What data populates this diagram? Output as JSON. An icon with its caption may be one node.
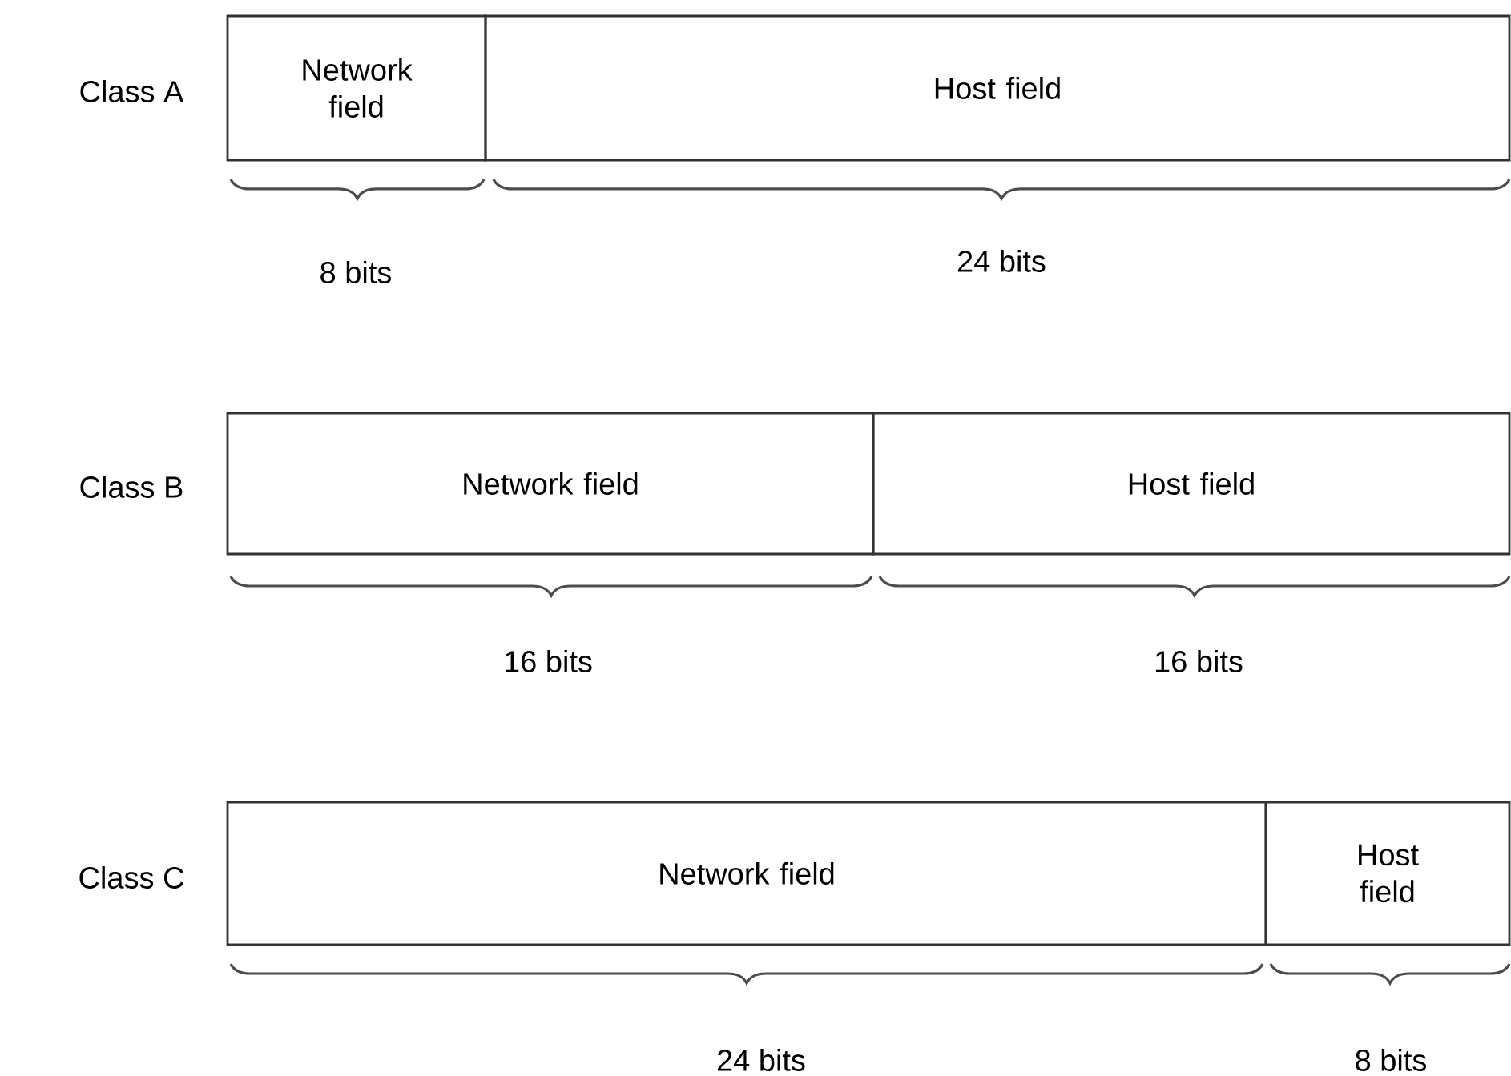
{
  "diagram": {
    "nodes": [
      {
        "text": [
          "Network field"
        ]
      },
      {
        "text": [
          "Host field"
        ]
      },
      {
        "text": [
          "Network field"
        ]
      },
      {
        "text": [
          "Host field"
        ]
      },
      {
        "text": [
          "Network field"
        ]
      },
      {
        "text": [
          "Host field"
        ]
      }
    ],
    "labels": [
      "Class A",
      "8 bits",
      "24 bits",
      "Class B",
      "16 bits",
      "16 bits",
      "Class C",
      "24 bits",
      "8 bits"
    ]
  }
}
